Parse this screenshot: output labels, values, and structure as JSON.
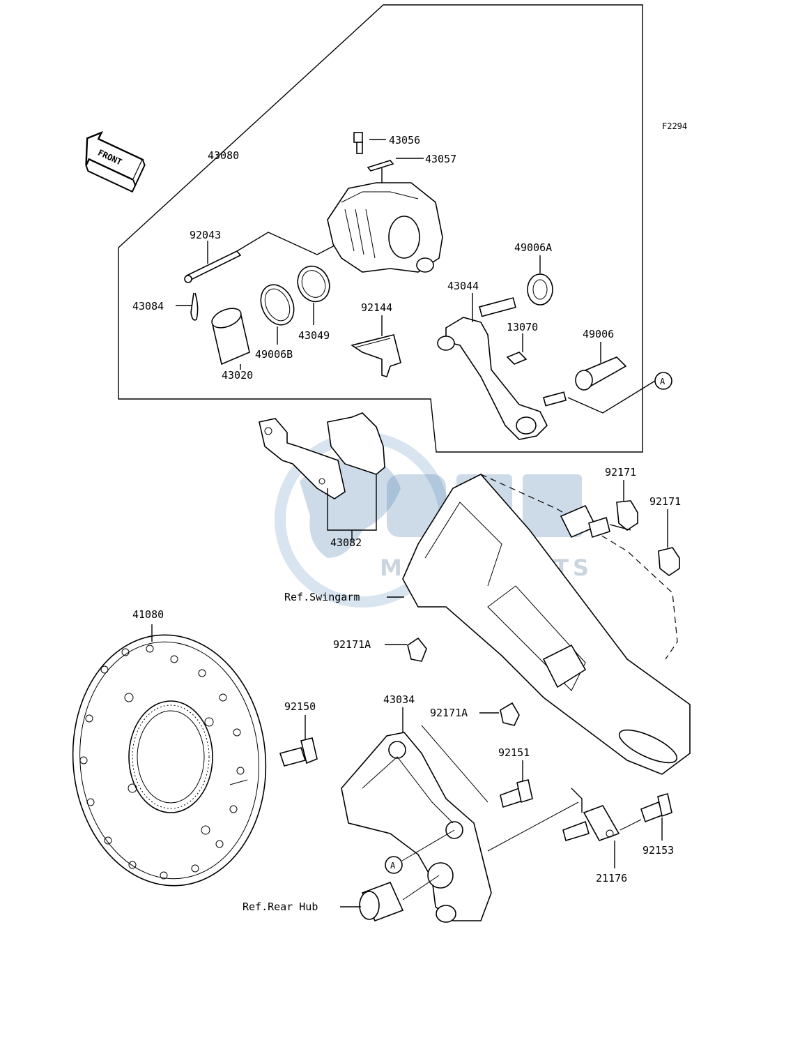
{
  "figure_code": "F2294",
  "front_label": "FRONT",
  "watermark": {
    "brand": "OEM",
    "sub": "MOTORPARTS"
  },
  "callout_ref": "A",
  "part_labels": {
    "p43080": "43080",
    "p43056": "43056",
    "p43057": "43057",
    "p92043": "92043",
    "p43084": "43084",
    "p43020": "43020",
    "p49006B": "49006B",
    "p43049": "43049",
    "p92144": "92144",
    "p43044": "43044",
    "p49006A": "49006A",
    "p13070": "13070",
    "p49006": "49006",
    "p43082": "43082",
    "p92171a": "92171",
    "p92171b": "92171",
    "ref_swingarm": "Ref.Swingarm",
    "p92171A_1": "92171A",
    "p92171A_2": "92171A",
    "p41080": "41080",
    "p92150": "92150",
    "p43034": "43034",
    "p92151": "92151",
    "p92153": "92153",
    "p21176": "21176",
    "ref_rear_hub": "Ref.Rear Hub"
  }
}
